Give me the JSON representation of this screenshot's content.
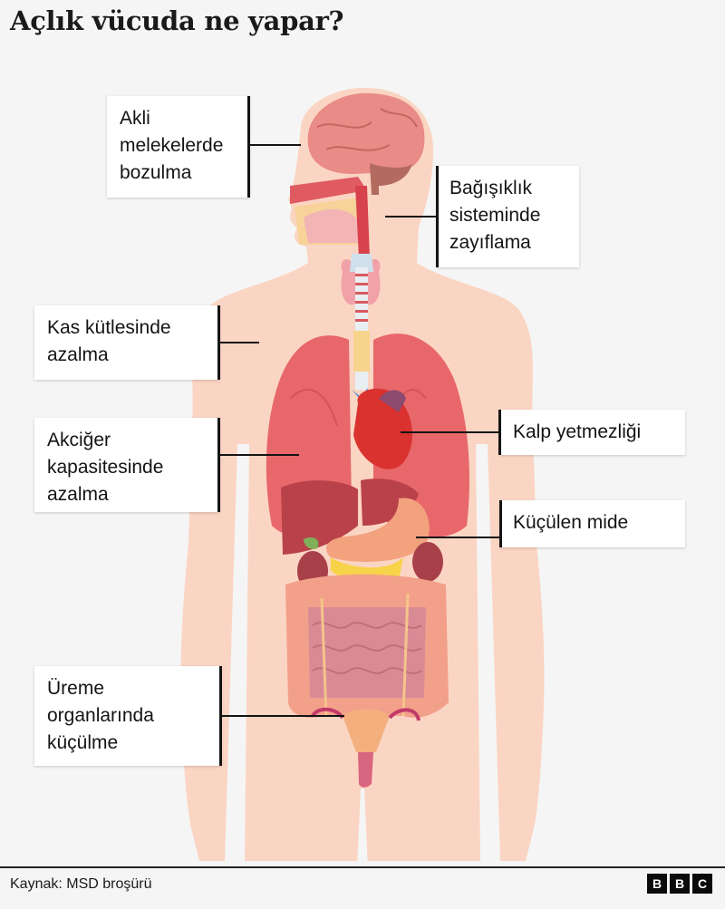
{
  "title": "Açlık vücuda ne yapar?",
  "callouts": {
    "brain": "Akli\nmelekelerde\nbozulma",
    "immune": "Bağışıklık\nsisteminde\nzayıflama",
    "muscle": "Kas kütlesinde\nazalma",
    "lung": "Akciğer\nkapasitesinde\nazalma",
    "heart": "Kalp yetmezliği",
    "stomach": "Küçülen mide",
    "reproductive": "Üreme\norganlarında\nküçülme"
  },
  "colors": {
    "background": "#f5f5f5",
    "skin": "#fbd5c3",
    "lung": "#e8676a",
    "heart": "#d9322f",
    "liver": "#b9424a",
    "stomach": "#f3a27e",
    "intestine": "#d98b95",
    "colon": "#f2a08a",
    "brain": "#e98b86"
  },
  "footer": {
    "source": "Kaynak: MSD broşürü",
    "logo_letters": [
      "B",
      "B",
      "C"
    ]
  }
}
